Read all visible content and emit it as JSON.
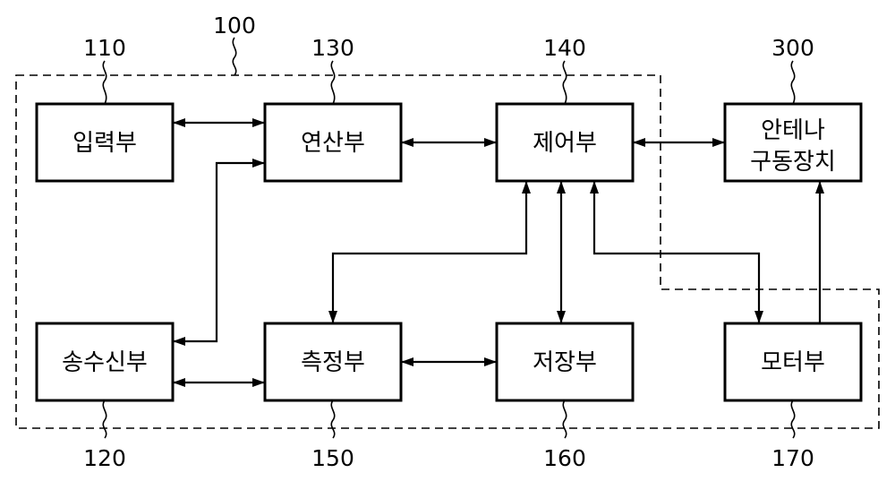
{
  "blocks": {
    "input": {
      "ref": "110",
      "label": "입력부"
    },
    "transceiver": {
      "ref": "120",
      "label": "송수신부"
    },
    "compute": {
      "ref": "130",
      "label": "연산부"
    },
    "control": {
      "ref": "140",
      "label": "제어부"
    },
    "measure": {
      "ref": "150",
      "label": "측정부"
    },
    "storage": {
      "ref": "160",
      "label": "저장부"
    },
    "motor": {
      "ref": "170",
      "label": "모터부"
    },
    "antenna": {
      "ref": "300",
      "label_line1": "안테나",
      "label_line2": "구동장치"
    }
  },
  "system": {
    "ref": "100"
  }
}
